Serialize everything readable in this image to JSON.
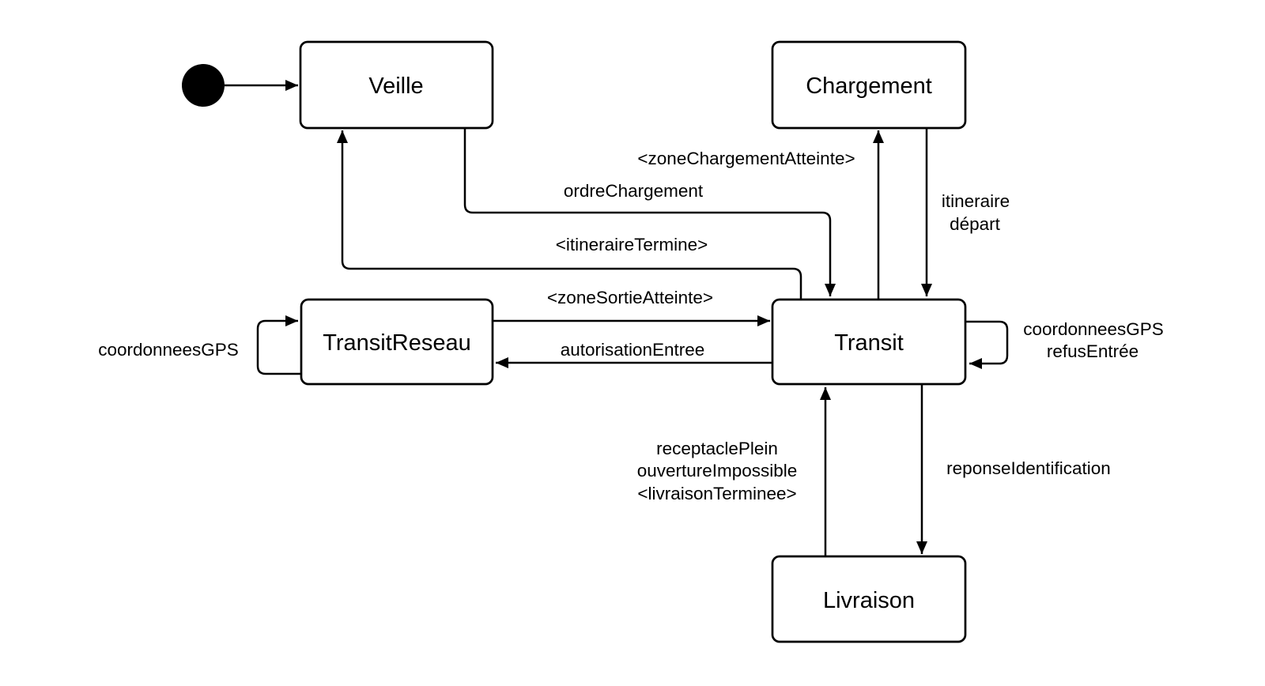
{
  "diagram": {
    "kind": "uml-state-machine",
    "colors": {
      "background": "#ffffff",
      "stroke": "#000000",
      "state_fill": "#ffffff",
      "text": "#000000"
    },
    "states": {
      "veille": "Veille",
      "chargement": "Chargement",
      "transit_reseau": "TransitReseau",
      "transit": "Transit",
      "livraison": "Livraison"
    },
    "transitions": {
      "ordre_chargement": "ordreChargement",
      "zone_chargement_atteinte": "<zoneChargementAtteinte>",
      "itineraire_depart_line1": "itineraire",
      "itineraire_depart_line2": "départ",
      "itineraire_termine": "<itineraireTermine>",
      "zone_sortie_atteinte": "<zoneSortieAtteinte>",
      "autorisation_entree": "autorisationEntree",
      "coordonnees_gps": "coordonneesGPS",
      "transit_self_loop_line1": "coordonneesGPS",
      "transit_self_loop_line2": "refusEntrée",
      "livraison_vers_transit_line1": "receptaclePlein",
      "livraison_vers_transit_line2": "ouvertureImpossible",
      "livraison_vers_transit_line3": "<livraisonTerminee>",
      "reponse_identification": "reponseIdentification"
    }
  }
}
